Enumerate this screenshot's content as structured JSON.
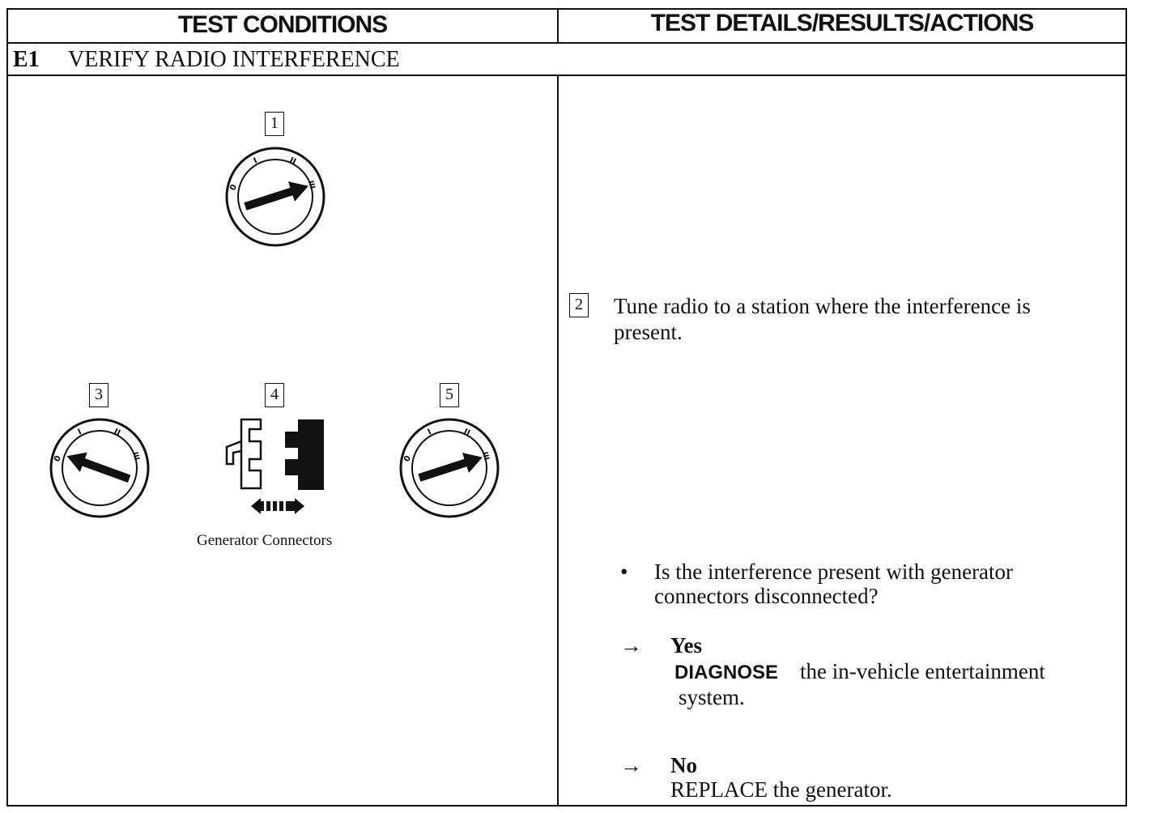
{
  "header": {
    "left": "TEST CONDITIONS",
    "right": "TEST DETAILS/RESULTS/ACTIONS"
  },
  "section": {
    "id": "E1",
    "title": "VERIFY RADIO INTERFERENCE"
  },
  "figures": {
    "step_1": "1",
    "step_3": "3",
    "step_4": "4",
    "step_5": "5",
    "switch_positions": [
      "0",
      "I",
      "II",
      "III"
    ],
    "connector_caption": "Generator Connectors"
  },
  "details": {
    "step_2_number": "2",
    "step_2_line1": "Tune radio to a station where the interference is",
    "step_2_line2": "present.",
    "bullet": "•",
    "question_line1": "Is the interference present with generator",
    "question_line2": "connectors disconnected?",
    "arrow": "→",
    "yes_label": "Yes",
    "yes_action_keyword": "DIAGNOSE",
    "yes_action_line1": "the in-vehicle entertainment",
    "yes_action_line2": "system.",
    "no_label": "No",
    "no_action": "REPLACE the generator."
  }
}
